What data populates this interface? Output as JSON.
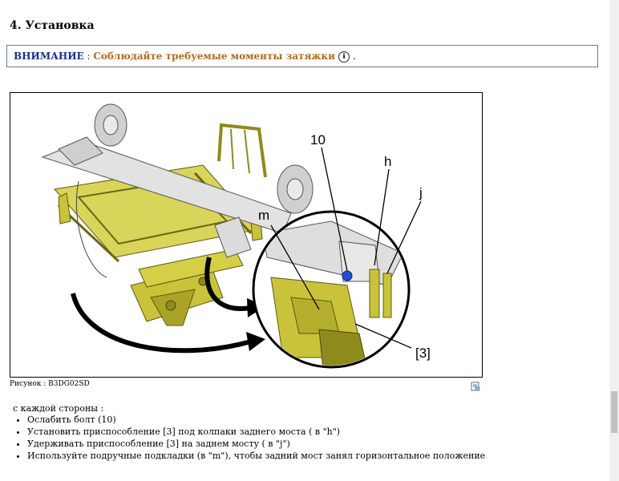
{
  "section": {
    "title": "4. Установка"
  },
  "warning": {
    "label": "ВНИМАНИЕ",
    "separator": " : ",
    "text": "Соблюдайте требуемые моменты затяжки",
    "info_icon": "i",
    "trailing": " ."
  },
  "figure": {
    "caption": "Рисунок : B3DG02SD",
    "callouts": {
      "bolt": "10",
      "h": "h",
      "j": "j",
      "m": "m",
      "tool": "[3]"
    },
    "colors": {
      "tool": "#c8c33a",
      "tool_dark": "#8f8a1c",
      "part": "#d8d8d8",
      "bolt": "#1e4fd1"
    }
  },
  "instructions": {
    "intro": "с каждой стороны :",
    "steps": [
      "Ослабить болт (10)",
      "Установить приспособление [3] под колпаки заднего моста ( в \"h\")",
      "Удерживать приспособление [3] на заднем мосту ( в \"j\")",
      "Используйте подручные подкладки (в \"m\"), чтобы задний мост занял горизонтальное положение"
    ]
  }
}
